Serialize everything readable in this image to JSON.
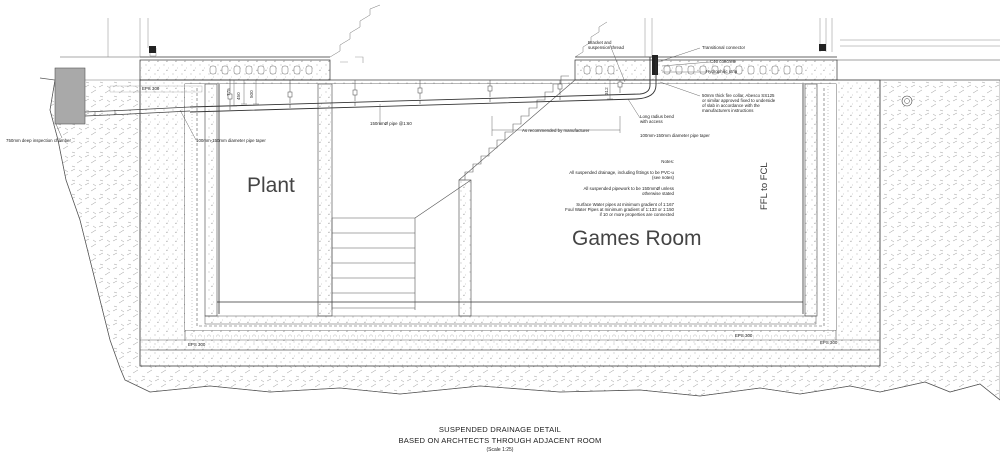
{
  "rooms": {
    "plant": "Plant",
    "games": "Games Room",
    "ffl": "FFL to FCL"
  },
  "labels": {
    "inspection_chamber": "750mm deep inspection chamber",
    "pipe_taper_left": "100mm-150mm diameter pipe taper",
    "pipe_gradient": "150mmØ pipe @1:60",
    "as_recommended": "As recommended by manufacturer",
    "long_radius_bend": "Long radius bend with access",
    "pipe_taper_right": "100mm-150mm diameter pipe taper",
    "bracket": "Bracket and suspension thread",
    "transitional_connector": "Transitional connector",
    "c40_concrete": "C40 concrete",
    "hydrophilic_strip": "Hydrophilic strip",
    "fire_collar": [
      "50mm thick fire collar, Abesco SS125",
      "or similar approved fixed to underside",
      "of slab in accordance with the",
      "manufacturers instructions"
    ],
    "eps_top": "EPS 300",
    "eps_bottom_left": "EPS 300",
    "eps_bottom_mid": "EPS 300",
    "eps_bottom_right": "EPS 300",
    "dim_775": "775",
    "dim_450": "450",
    "dim_500": "500",
    "dim_312": "312"
  },
  "notes": {
    "heading": "Notes:",
    "n1": [
      "All suspended drainage, including fittings to be PVC-u",
      "(see notes)"
    ],
    "n2": [
      "All suspended pipework to be 150mmØ unless",
      "otherwise stated"
    ],
    "n3": [
      "Surface Water pipes at minimum gradient of 1:167",
      "Foul Water Pipes at minimum gradient of 1:133 or 1:150",
      "if 10 or more properties are connected"
    ]
  },
  "title": {
    "line1": "SUSPENDED DRAINAGE DETAIL",
    "line2": "BASED ON ARCHTECTS THROUGH ADJACENT ROOM",
    "scale": "(Scale 1:25)"
  }
}
